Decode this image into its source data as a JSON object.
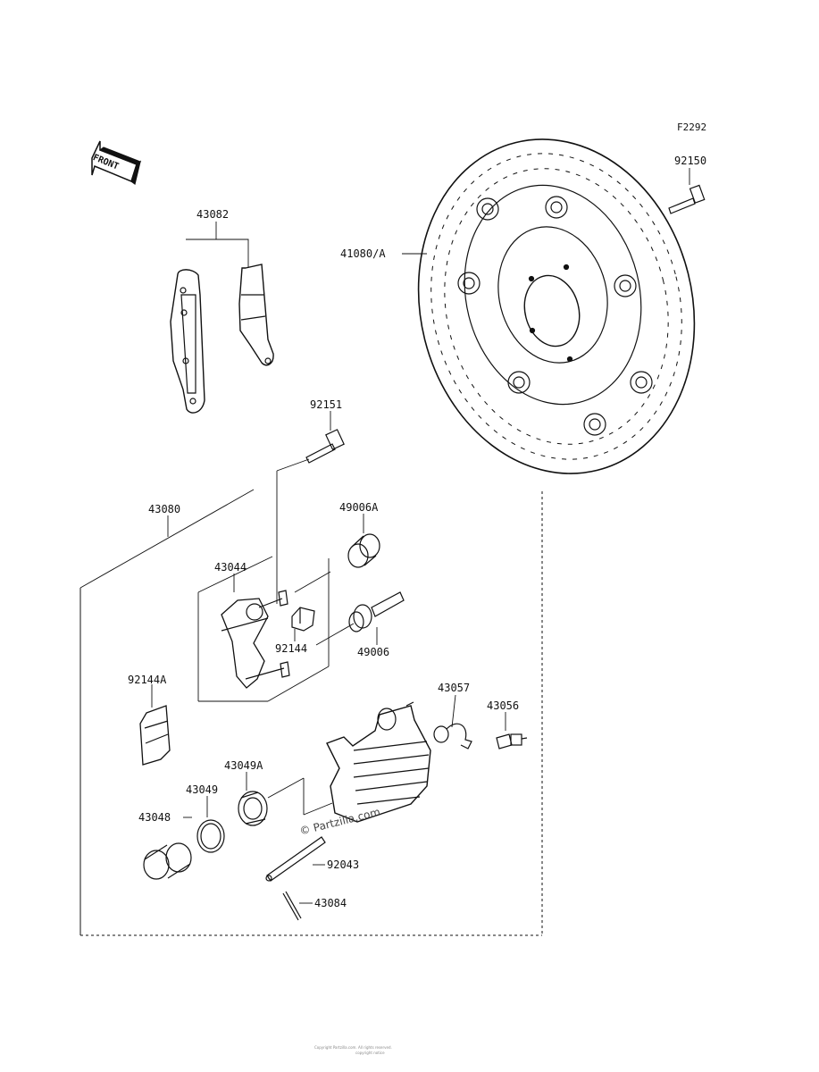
{
  "figure_id": "F2292",
  "front_label": "FRONT",
  "watermark": "© Partzilla.com",
  "copyright": [
    "Copyright Partzilla.com. All rights reserved.",
    "copyright notice"
  ],
  "parts": {
    "p92150": "92150",
    "p41080A": "41080/A",
    "p43082": "43082",
    "p92151": "92151",
    "p43080": "43080",
    "p49006A": "49006A",
    "p43044": "43044",
    "p92144": "92144",
    "p49006": "49006",
    "p92144A": "92144A",
    "p43057": "43057",
    "p43056": "43056",
    "p43049A": "43049A",
    "p43049": "43049",
    "p43048": "43048",
    "p92043": "92043",
    "p43084": "43084"
  }
}
